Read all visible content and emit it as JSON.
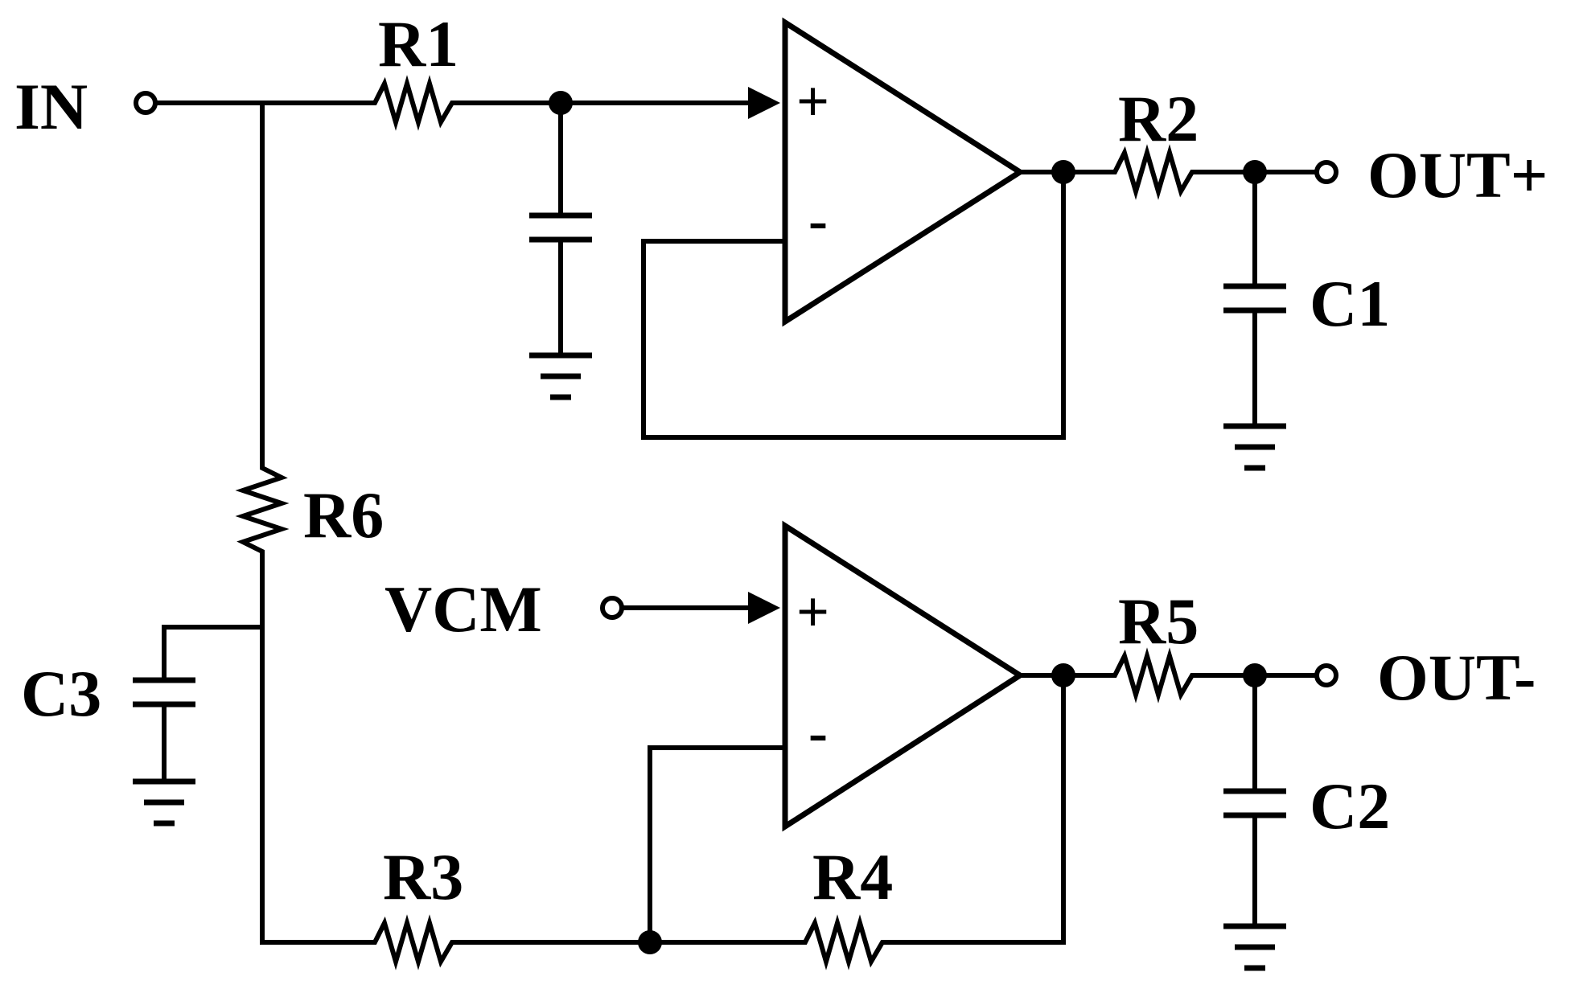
{
  "labels": {
    "in": "IN",
    "vcm": "VCM",
    "out_pos": "OUT+",
    "out_neg": "OUT-",
    "r1": "R1",
    "r2": "R2",
    "r3": "R3",
    "r4": "R4",
    "r5": "R5",
    "r6": "R6",
    "c1": "C1",
    "c2": "C2",
    "c3": "C3"
  },
  "opamp_signs": {
    "plus": "+",
    "minus": "-"
  }
}
